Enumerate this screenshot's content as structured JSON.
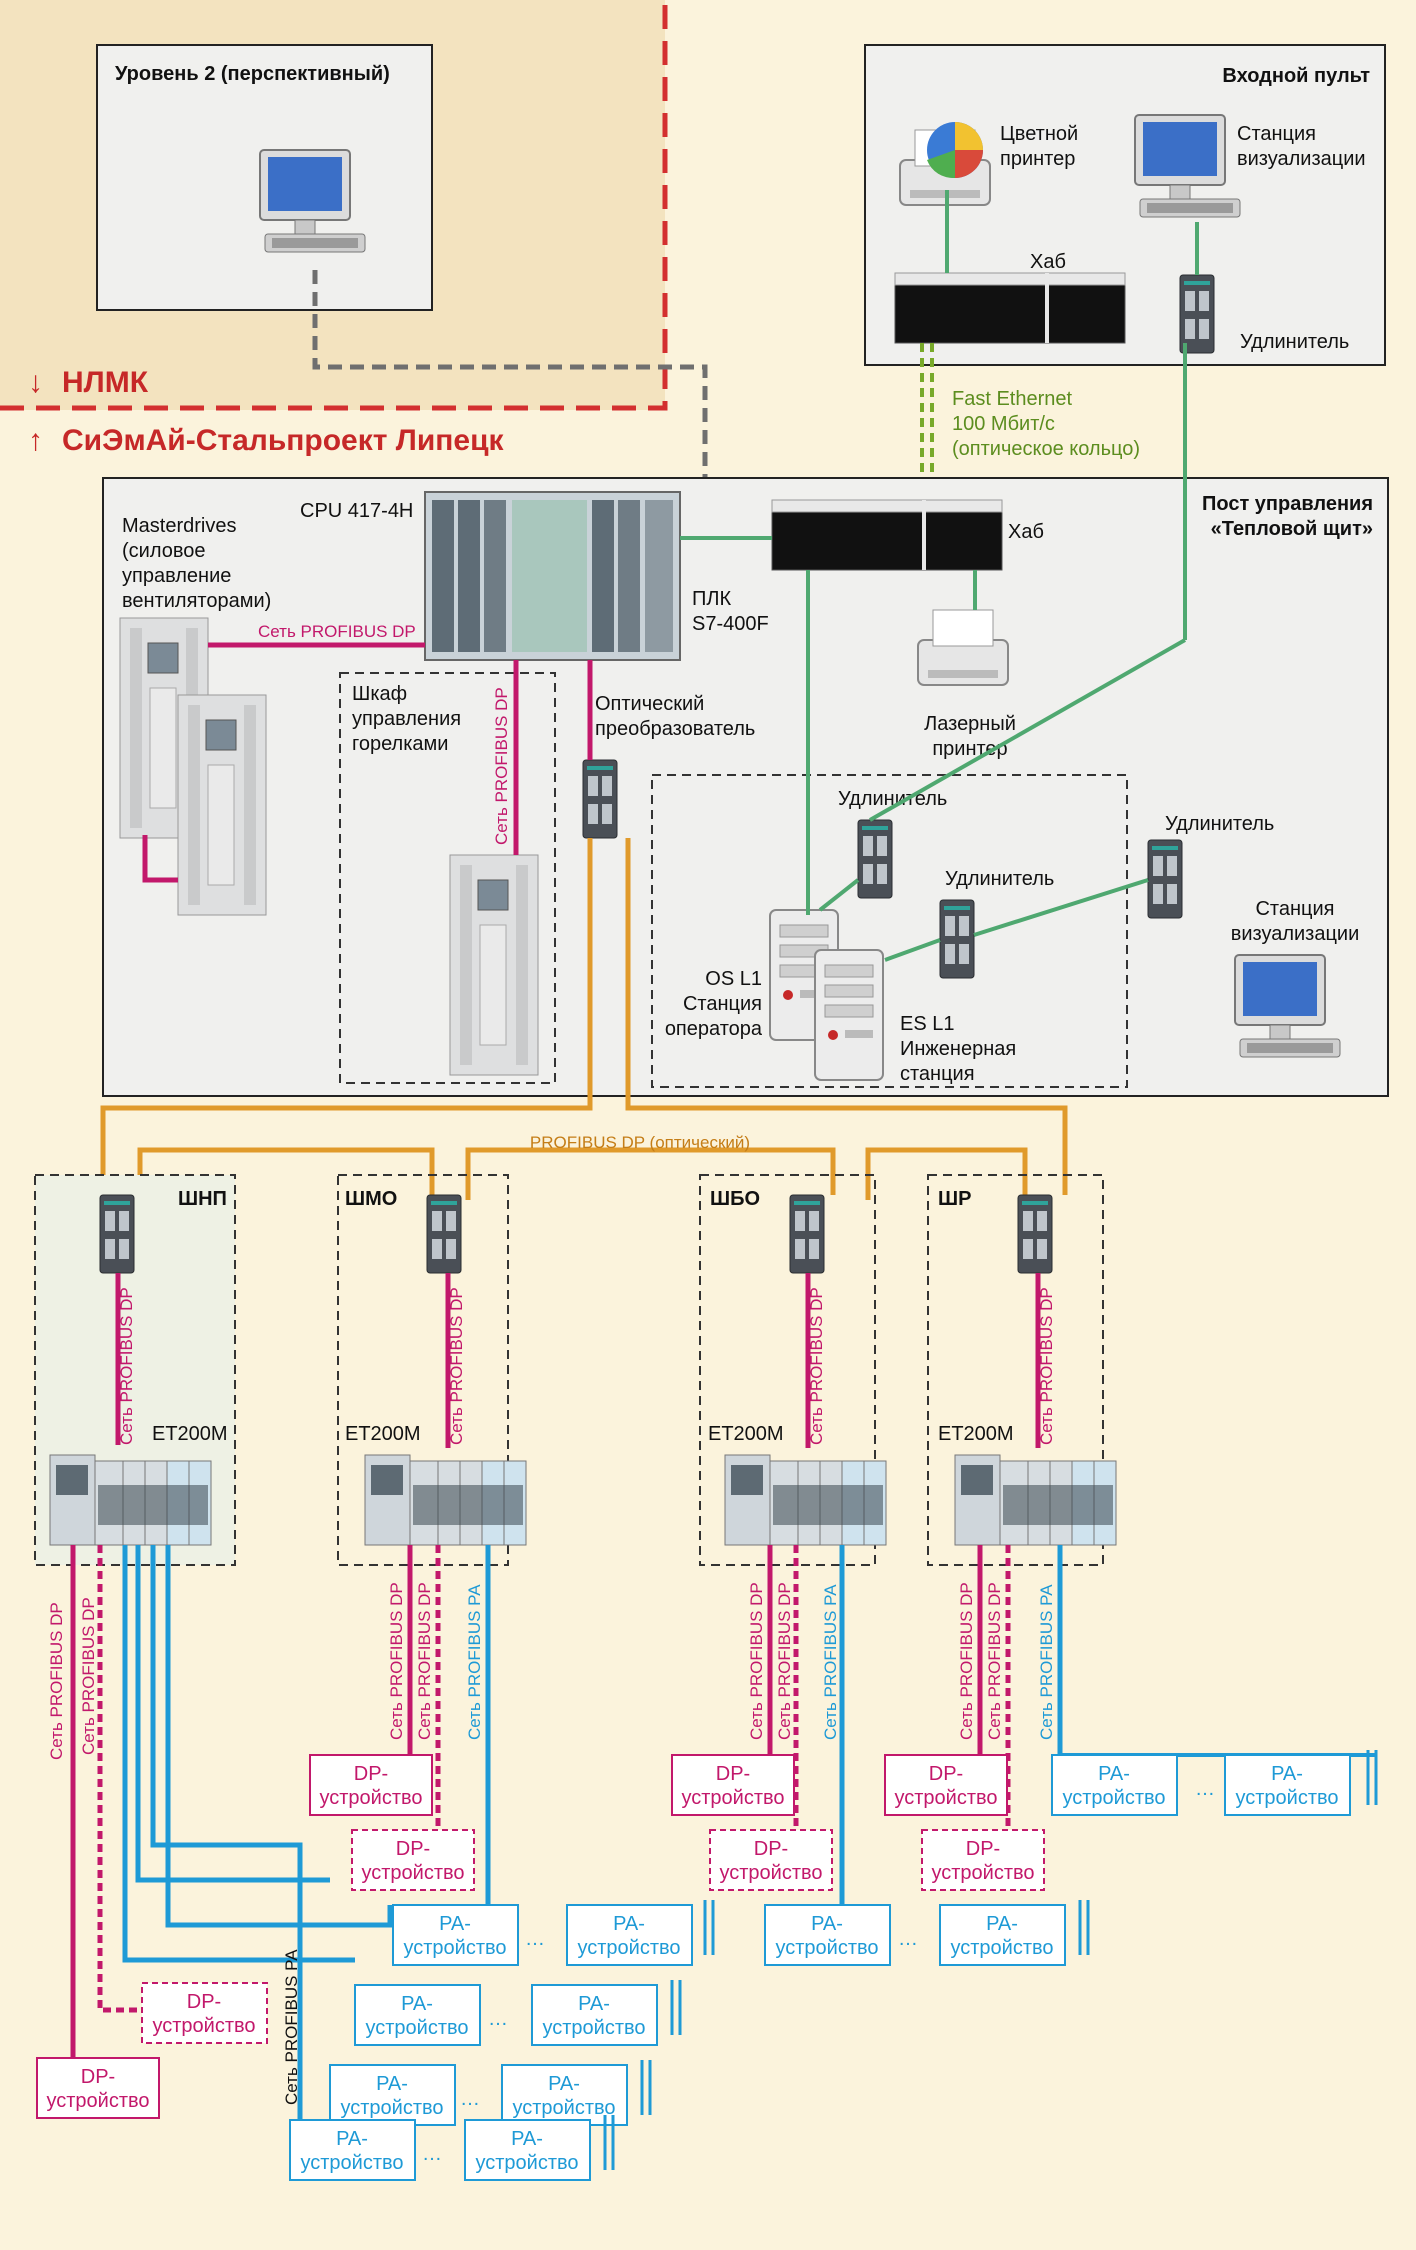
{
  "colors": {
    "background": "#fbf3dc",
    "level2_area": "#f3e3bf",
    "red_boundary": "#d32f2f",
    "profibus_dp": "#c2186b",
    "profibus_pa": "#1e9ad6",
    "profibus_optical": "#e09a2b",
    "ethernet_green": "#4fa870",
    "fast_ethernet": "#78a92a",
    "dashed_gray": "#6f6f6f",
    "panel_fill": "#f0f0ee"
  },
  "boundary": {
    "upper_label": "НЛМК",
    "lower_label": "СиЭмАй-Стальпроект Липецк"
  },
  "level2": {
    "title": "Уровень 2 (перспективный)",
    "icon": "monitor-icon"
  },
  "input_console": {
    "title": "Входной пульт",
    "color_printer": [
      "Цветной",
      "принтер"
    ],
    "vis_station": [
      "Станция",
      "визуализации"
    ],
    "hub": "Хаб",
    "extender": "Удлинитель"
  },
  "fast_ethernet": {
    "line1": "Fast Ethernet",
    "line2": "100 Мбит/с",
    "line3": "(оптическое кольцо)"
  },
  "control_post": {
    "title_line1": "Пост управления",
    "title_line2": "«Тепловой щит»",
    "cpu": "CPU 417-4H",
    "plc_line1": "ПЛК",
    "plc_line2": "S7-400F",
    "hub": "Хаб",
    "laser_printer": [
      "Лазерный",
      "принтер"
    ],
    "masterdrives": [
      "Masterdrives",
      "(силовое",
      "управление",
      "вентиляторами)"
    ],
    "profibus_dp_net": "Сеть PROFIBUS DP",
    "burner_cabinet": [
      "Шкаф",
      "управления",
      "горелками"
    ],
    "optical_converter": [
      "Оптический",
      "преобразователь"
    ],
    "extender1": "Удлинитель",
    "extender2": "Удлинитель",
    "extender3": "Удлинитель",
    "vis_station": [
      "Станция",
      "визуализации"
    ],
    "os_l1": [
      "OS L1",
      "Станция",
      "оператора"
    ],
    "es_l1": [
      "ES L1",
      "Инженерная",
      "станция"
    ]
  },
  "optical_bus": "PROFIBUS DP (оптический)",
  "cabinets": [
    {
      "name": "ШНП",
      "module": "ET200M",
      "net": "Сеть PROFIBUS DP"
    },
    {
      "name": "ШМО",
      "module": "ET200M",
      "net": "Сеть PROFIBUS DP"
    },
    {
      "name": "ШБО",
      "module": "ET200M",
      "net": "Сеть PROFIBUS DP"
    },
    {
      "name": "ШР",
      "module": "ET200M",
      "net": "Сеть PROFIBUS DP"
    }
  ],
  "net_labels": {
    "dp": "Сеть PROFIBUS DP",
    "pa": "Сеть PROFIBUS PA"
  },
  "device": {
    "dp_line1": "DP-",
    "pa_line1": "PA-",
    "line2": "устройство",
    "ellipsis": "…"
  }
}
